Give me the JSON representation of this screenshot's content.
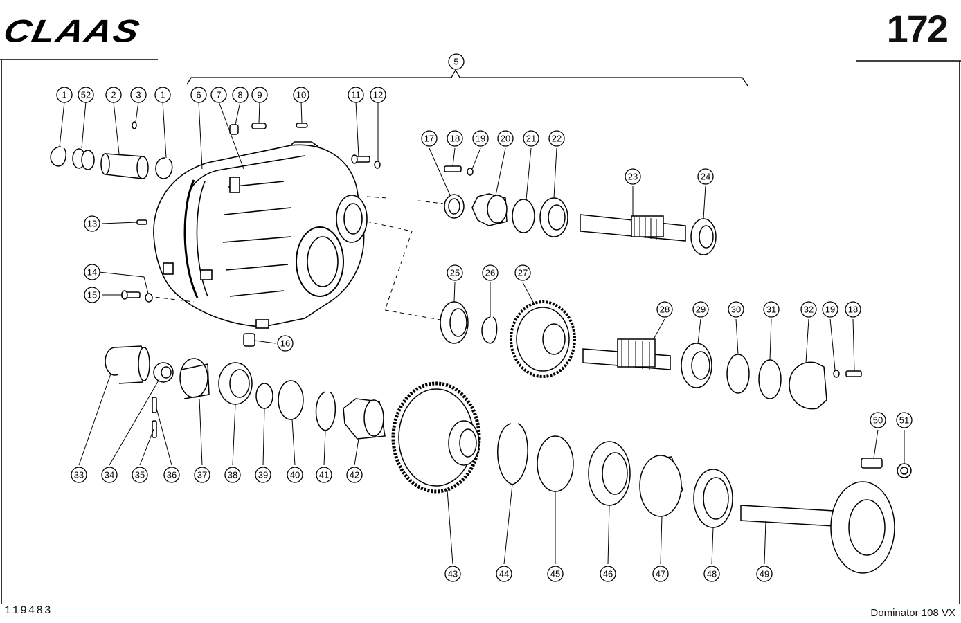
{
  "header": {
    "brand": "CLAAS",
    "page_number": "172"
  },
  "footer": {
    "document_id": "119483",
    "model": "Dominator 108 VX"
  },
  "group_label": "5",
  "callouts": [
    "1",
    "52",
    "2",
    "3",
    "1",
    "6",
    "7",
    "8",
    "9",
    "10",
    "11",
    "12",
    "13",
    "14",
    "15",
    "16",
    "17",
    "18",
    "19",
    "20",
    "21",
    "22",
    "23",
    "24",
    "25",
    "26",
    "27",
    "28",
    "29",
    "30",
    "31",
    "32",
    "19",
    "18",
    "33",
    "34",
    "35",
    "36",
    "37",
    "38",
    "39",
    "40",
    "41",
    "42",
    "43",
    "44",
    "45",
    "46",
    "47",
    "48",
    "49",
    "50",
    "51"
  ]
}
